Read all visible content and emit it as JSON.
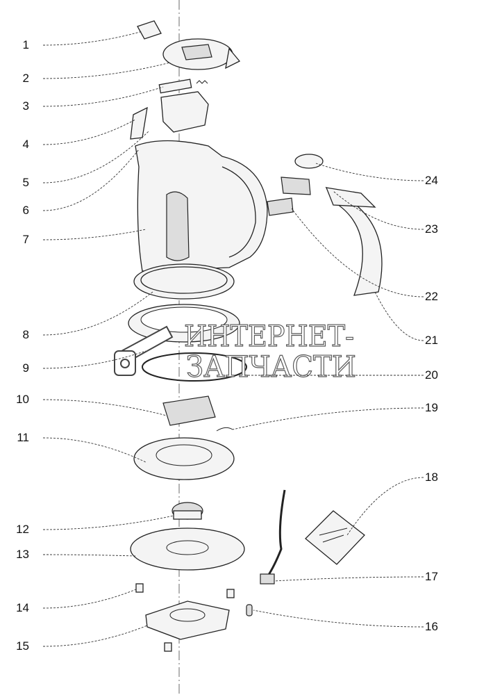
{
  "diagram": {
    "left_labels": [
      "1",
      "2",
      "3",
      "4",
      "5",
      "6",
      "7",
      "8",
      "9",
      "10",
      "11",
      "12",
      "13",
      "14",
      "15"
    ],
    "right_labels": [
      "24",
      "23",
      "22",
      "21",
      "20",
      "19",
      "18",
      "17",
      "16"
    ]
  },
  "watermark": {
    "line1": "ИНТЕРНЕТ-",
    "line2": "ЗАПЧАСТИ"
  }
}
